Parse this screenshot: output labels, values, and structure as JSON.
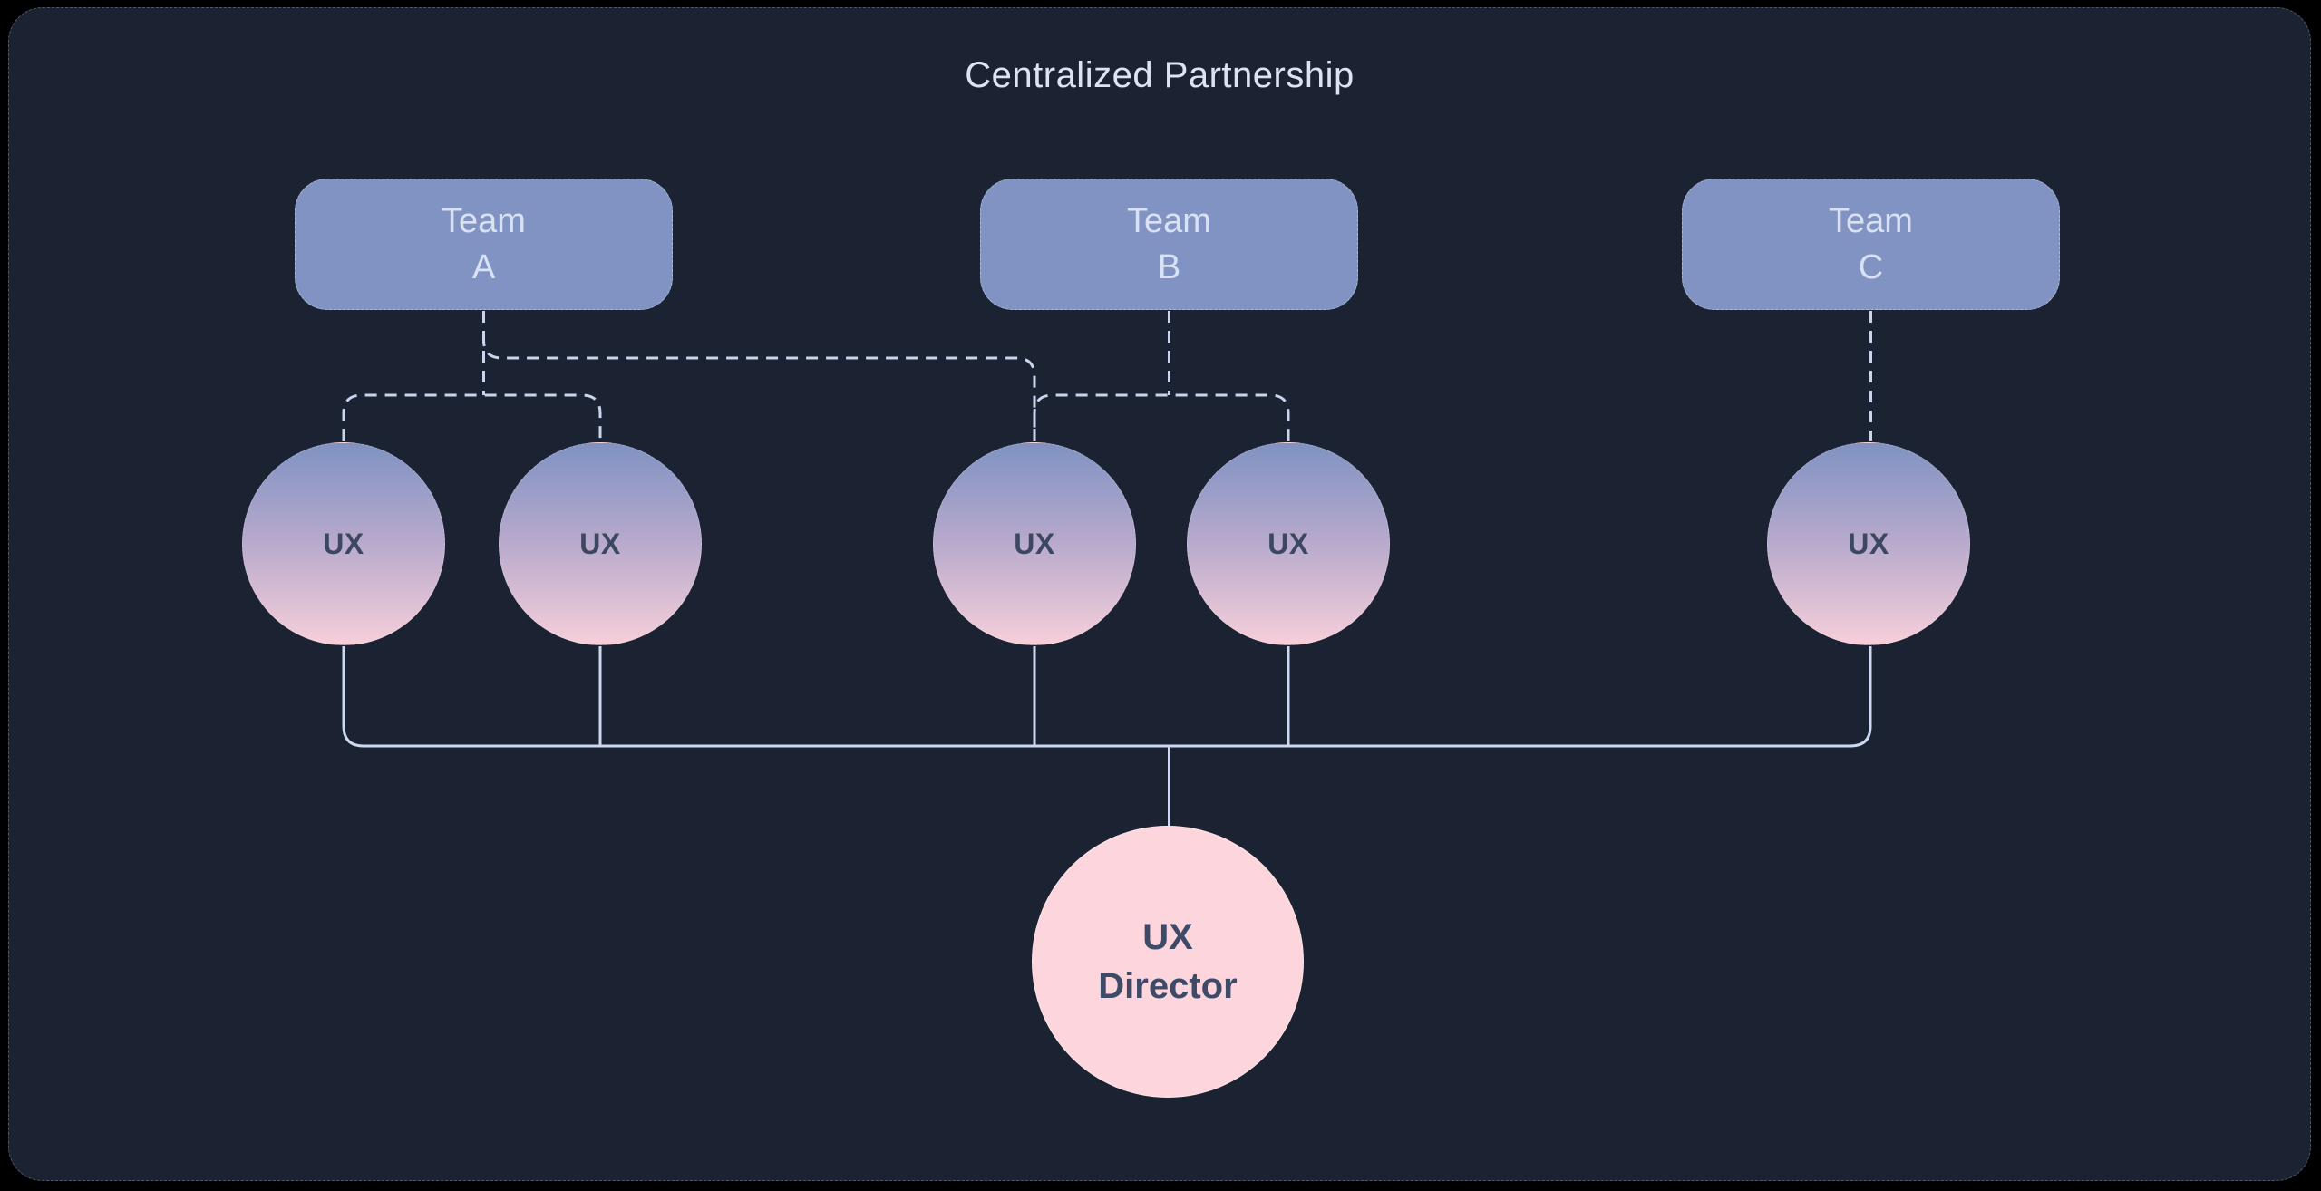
{
  "title": "Centralized Partnership",
  "teams": [
    {
      "id": "team-a",
      "line1": "Team",
      "line2": "A"
    },
    {
      "id": "team-b",
      "line1": "Team",
      "line2": "B"
    },
    {
      "id": "team-c",
      "line1": "Team",
      "line2": "C"
    }
  ],
  "ux_nodes": [
    {
      "label": "UX"
    },
    {
      "label": "UX"
    },
    {
      "label": "UX"
    },
    {
      "label": "UX"
    },
    {
      "label": "UX"
    }
  ],
  "director": {
    "line1": "UX",
    "line2": "Director"
  },
  "colors": {
    "canvas_background": "#000000",
    "panel_background": "#1b2232",
    "team_box_fill": "#8093c2",
    "team_box_text": "#d9e1f5",
    "title_text": "#dce3f4",
    "ux_circle_gradient_top": "#8092c2",
    "ux_circle_gradient_bottom": "#f6cfda",
    "ux_circle_text": "#3d4860",
    "director_fill": "#fcd6dc",
    "director_text": "#3e4b68",
    "dashed_connector": "#c9d4ee",
    "solid_connector": "#cdd9f2"
  }
}
